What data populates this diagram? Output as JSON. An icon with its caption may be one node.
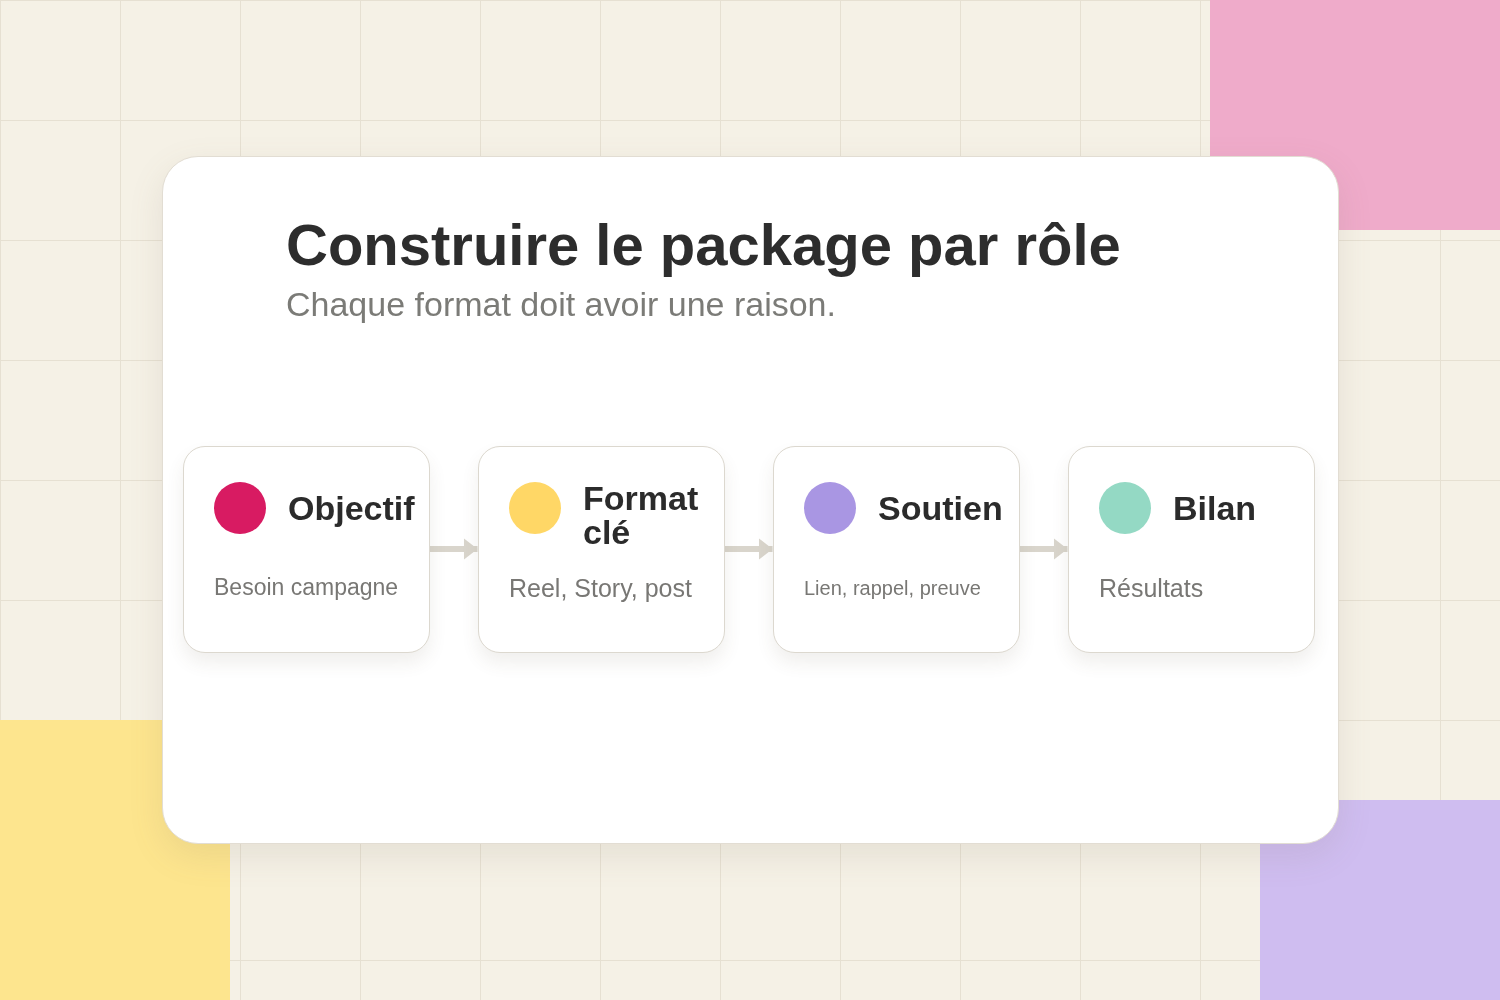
{
  "diagram": {
    "title": "Construire le package par rôle",
    "nodes": [
      {
        "text": [
          "Objectif",
          "Besoin campagne"
        ]
      },
      {
        "text": [
          "Format clé",
          "Reel, Story, post"
        ]
      },
      {
        "text": [
          "Soutien",
          "Lien, rappel, preuve"
        ]
      },
      {
        "text": [
          "Bilan",
          "Résultats"
        ]
      }
    ],
    "edges": [
      {
        "from": 0,
        "to": 1,
        "arrow": "to"
      },
      {
        "from": 1,
        "to": 2,
        "arrow": "to"
      },
      {
        "from": 2,
        "to": 3,
        "arrow": "to"
      }
    ],
    "labels": [
      "Chaque format doit avoir une raison."
    ]
  }
}
